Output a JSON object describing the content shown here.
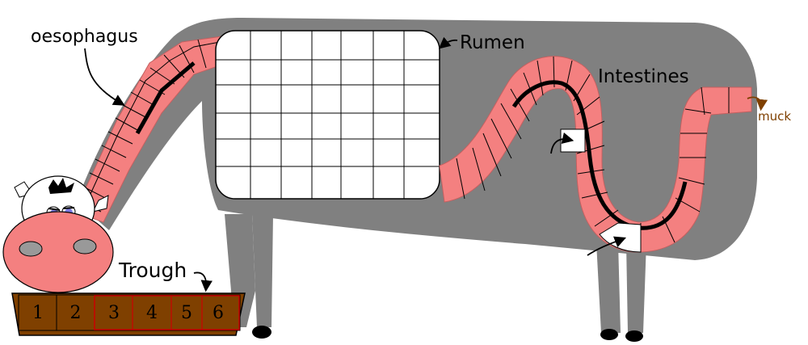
{
  "labels": {
    "oesophagus": "oesophagus",
    "rumen": "Rumen",
    "intestines": "Intestines",
    "trough": "Trough",
    "muck": "muck"
  },
  "trough_slots": [
    "1",
    "2",
    "3",
    "4",
    "5",
    "6"
  ],
  "rumen_grid": {
    "rows": 6,
    "cols": 7
  },
  "colors": {
    "body": "#808080",
    "tube": "#f48080",
    "tube_border": "#c46060",
    "trough": "#7f4000",
    "trough_highlight": "#cc0000",
    "muck": "#7f4000",
    "nose": "#f48080",
    "eye": "#7a7ae0"
  }
}
